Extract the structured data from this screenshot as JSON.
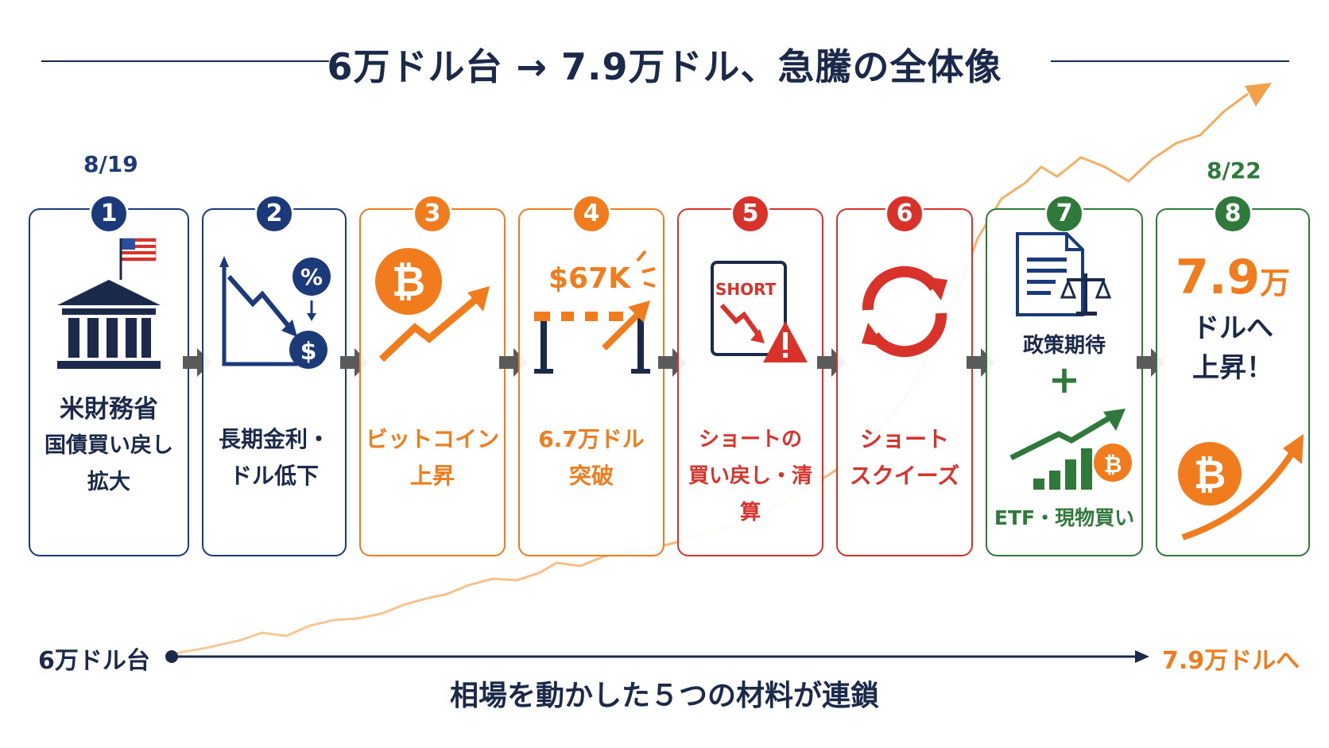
{
  "title": "6万ドル台 → 7.9万ドル、急騰の全体像",
  "dates": {
    "start": "8/19",
    "end": "8/22"
  },
  "colors": {
    "navy": "#1b3a7a",
    "navy_dark": "#1b2a4a",
    "orange": "#f07c1d",
    "red": "#d9322b",
    "green": "#2f7a3a",
    "gray_arrow": "#5a5a5a"
  },
  "steps": [
    {
      "num": "1",
      "lines": [
        "米財務省",
        "国債買い戻し",
        "拡大"
      ],
      "icon": "treasury-building-icon"
    },
    {
      "num": "2",
      "lines": [
        "長期金利・",
        "ドル低下"
      ],
      "icon": "falling-rate-icon"
    },
    {
      "num": "3",
      "lines": [
        "ビットコイン",
        "上昇"
      ],
      "icon": "bitcoin-rise-icon"
    },
    {
      "num": "4",
      "lines": [
        "6.7万ドル",
        "突破"
      ],
      "icon": "barrier-break-icon",
      "badge": "$67K"
    },
    {
      "num": "5",
      "lines": [
        "ショートの",
        "買い戻し・清算"
      ],
      "icon": "short-warning-icon",
      "badge": "SHORT"
    },
    {
      "num": "6",
      "lines": [
        "ショート",
        "スクイーズ"
      ],
      "icon": "squeeze-cycle-icon"
    },
    {
      "num": "7",
      "top": "政策期待",
      "plus": "+",
      "bottom": "ETF・現物買い",
      "icon": "policy-etf-icon"
    },
    {
      "num": "8",
      "big": "7.9",
      "big_unit": "万",
      "lines": [
        "ドルへ",
        "上昇！"
      ],
      "icon": "bitcoin-final-icon"
    }
  ],
  "timeline": {
    "start_label": "6万ドル台",
    "end_label": "7.9万ドルへ",
    "caption": "相場を動かした５つの材料が連鎖"
  }
}
